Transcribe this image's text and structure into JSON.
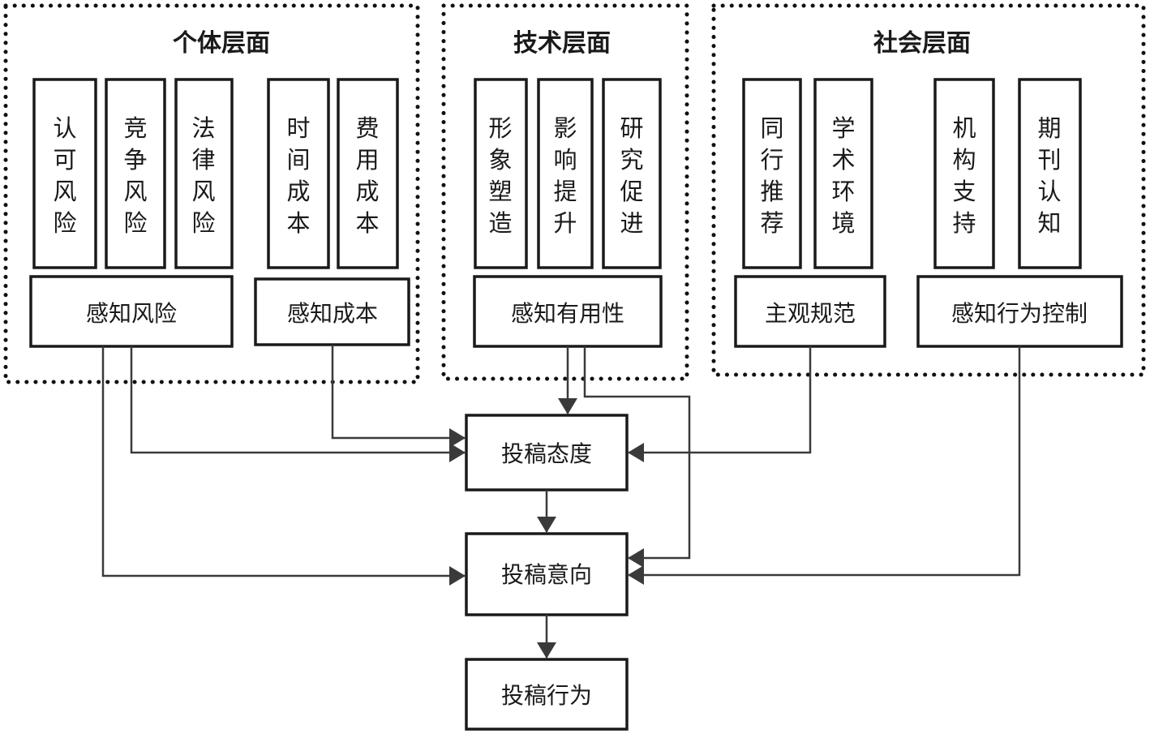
{
  "groups": {
    "individual": {
      "title": "个体层面",
      "factors": [
        "认可风险",
        "竞争风险",
        "法律风险",
        "时间成本",
        "费用成本"
      ],
      "constructs": [
        "感知风险",
        "感知成本"
      ]
    },
    "technical": {
      "title": "技术层面",
      "factors": [
        "形象塑造",
        "影响提升",
        "研究促进"
      ],
      "constructs": [
        "感知有用性"
      ]
    },
    "social": {
      "title": "社会层面",
      "factors": [
        "同行推荐",
        "学术环境",
        "机构支持",
        "期刊认知"
      ],
      "constructs": [
        "主观规范",
        "感知行为控制"
      ]
    }
  },
  "outcomes": {
    "attitude": "投稿态度",
    "intention": "投稿意向",
    "behavior": "投稿行为"
  },
  "edges": [
    {
      "from": "感知风险",
      "to": "投稿态度"
    },
    {
      "from": "感知风险",
      "to": "投稿意向"
    },
    {
      "from": "感知成本",
      "to": "投稿态度"
    },
    {
      "from": "感知有用性",
      "to": "投稿态度"
    },
    {
      "from": "感知有用性",
      "to": "投稿意向"
    },
    {
      "from": "主观规范",
      "to": "投稿态度"
    },
    {
      "from": "感知行为控制",
      "to": "投稿意向"
    },
    {
      "from": "投稿态度",
      "to": "投稿意向"
    },
    {
      "from": "投稿意向",
      "to": "投稿行为"
    }
  ]
}
